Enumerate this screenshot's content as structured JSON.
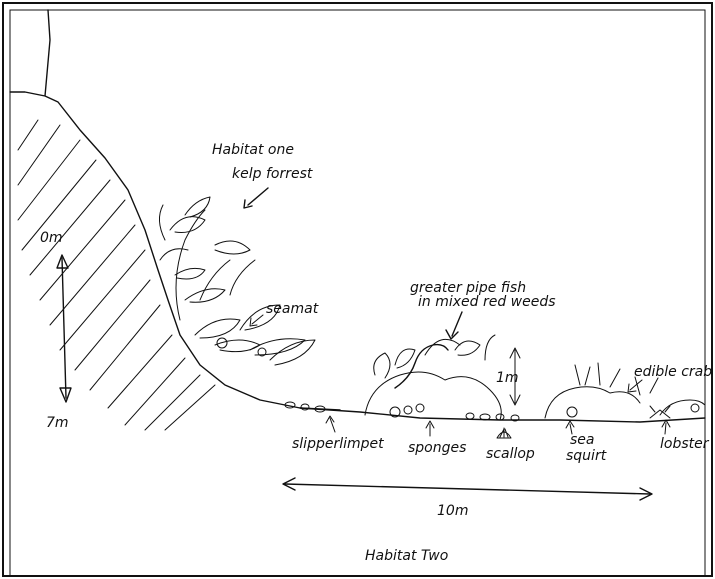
{
  "labels": {
    "habitat_one_line1": "Habitat one",
    "habitat_one_line2": "kelp forrest",
    "depth_top": "0m",
    "depth_bottom": "7m",
    "seamat": "seamat",
    "pipefish_line1": "greater pipe fish",
    "pipefish_line2": "in mixed red weeds",
    "height_1m": "1m",
    "edible_crab": "edible crab",
    "slipper_limpet": "slipperlimpet",
    "sponges": "sponges",
    "scallop": "scallop",
    "sea_squirt_line1": "sea",
    "sea_squirt_line2": "squirt",
    "lobster": "lobster",
    "width_10m": "10m",
    "habitat_two": "Habitat Two"
  }
}
